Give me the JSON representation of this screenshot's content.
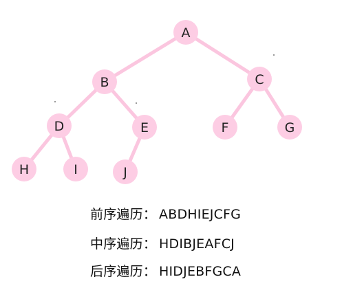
{
  "colors": {
    "node_fill": "#fdcde4",
    "edge": "#fbc6df",
    "label": "#222222",
    "text": "#111111"
  },
  "tree": {
    "nodes": [
      {
        "id": "A",
        "label": "A"
      },
      {
        "id": "B",
        "label": "B"
      },
      {
        "id": "C",
        "label": "C"
      },
      {
        "id": "D",
        "label": "D"
      },
      {
        "id": "E",
        "label": "E"
      },
      {
        "id": "F",
        "label": "F"
      },
      {
        "id": "G",
        "label": "G"
      },
      {
        "id": "H",
        "label": "H"
      },
      {
        "id": "I",
        "label": "I"
      },
      {
        "id": "J",
        "label": "J"
      }
    ],
    "edges": [
      [
        "A",
        "B"
      ],
      [
        "A",
        "C"
      ],
      [
        "B",
        "D"
      ],
      [
        "B",
        "E"
      ],
      [
        "C",
        "F"
      ],
      [
        "C",
        "G"
      ],
      [
        "D",
        "H"
      ],
      [
        "D",
        "I"
      ],
      [
        "E",
        "J"
      ]
    ]
  },
  "traversals": {
    "preorder": {
      "label": "前序遍历",
      "sep": "：",
      "value": "ABDHIEJCFG"
    },
    "inorder": {
      "label": "中序遍历",
      "sep": "：",
      "value": "HDIBJEAFCJ"
    },
    "postorder": {
      "label": "后序遍历",
      "sep": "：",
      "value": "HIDJEBFGCA"
    }
  }
}
